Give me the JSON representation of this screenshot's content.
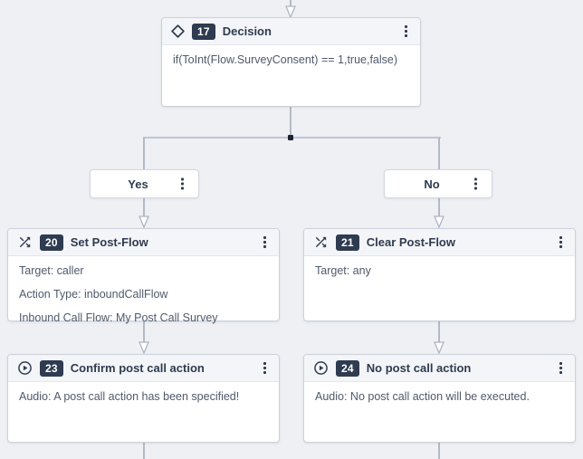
{
  "colors": {
    "canvas_bg": "#eef0f4",
    "node_bg": "#ffffff",
    "node_header_bg": "#f4f5f8",
    "node_border": "#ccd1da",
    "navy": "#2e3b50",
    "body_text": "#4f5a6b",
    "connector": "#b3bac7",
    "junction_dot": "#1d2330"
  },
  "nodes": [
    {
      "badge": "17",
      "title": "Decision",
      "icon": "diamond-icon",
      "body_lines": [
        "if(ToInt(Flow.SurveyConsent) == 1,true,false)"
      ]
    },
    {
      "badge": "20",
      "title": "Set Post-Flow",
      "icon": "shuffle-icon",
      "body_lines": [
        "Target: caller",
        "Action Type: inboundCallFlow",
        "Inbound Call Flow: My Post Call Survey"
      ]
    },
    {
      "badge": "21",
      "title": "Clear Post-Flow",
      "icon": "shuffle-icon",
      "body_lines": [
        "Target: any"
      ]
    },
    {
      "badge": "23",
      "title": "Confirm post call action",
      "icon": "play-circle-icon",
      "body_lines": [
        "Audio: A post call action has been specified!"
      ]
    },
    {
      "badge": "24",
      "title": "No post call action",
      "icon": "play-circle-icon",
      "body_lines": [
        "Audio: No post call action will be executed."
      ]
    }
  ],
  "branches": [
    {
      "label": "Yes"
    },
    {
      "label": "No"
    }
  ]
}
